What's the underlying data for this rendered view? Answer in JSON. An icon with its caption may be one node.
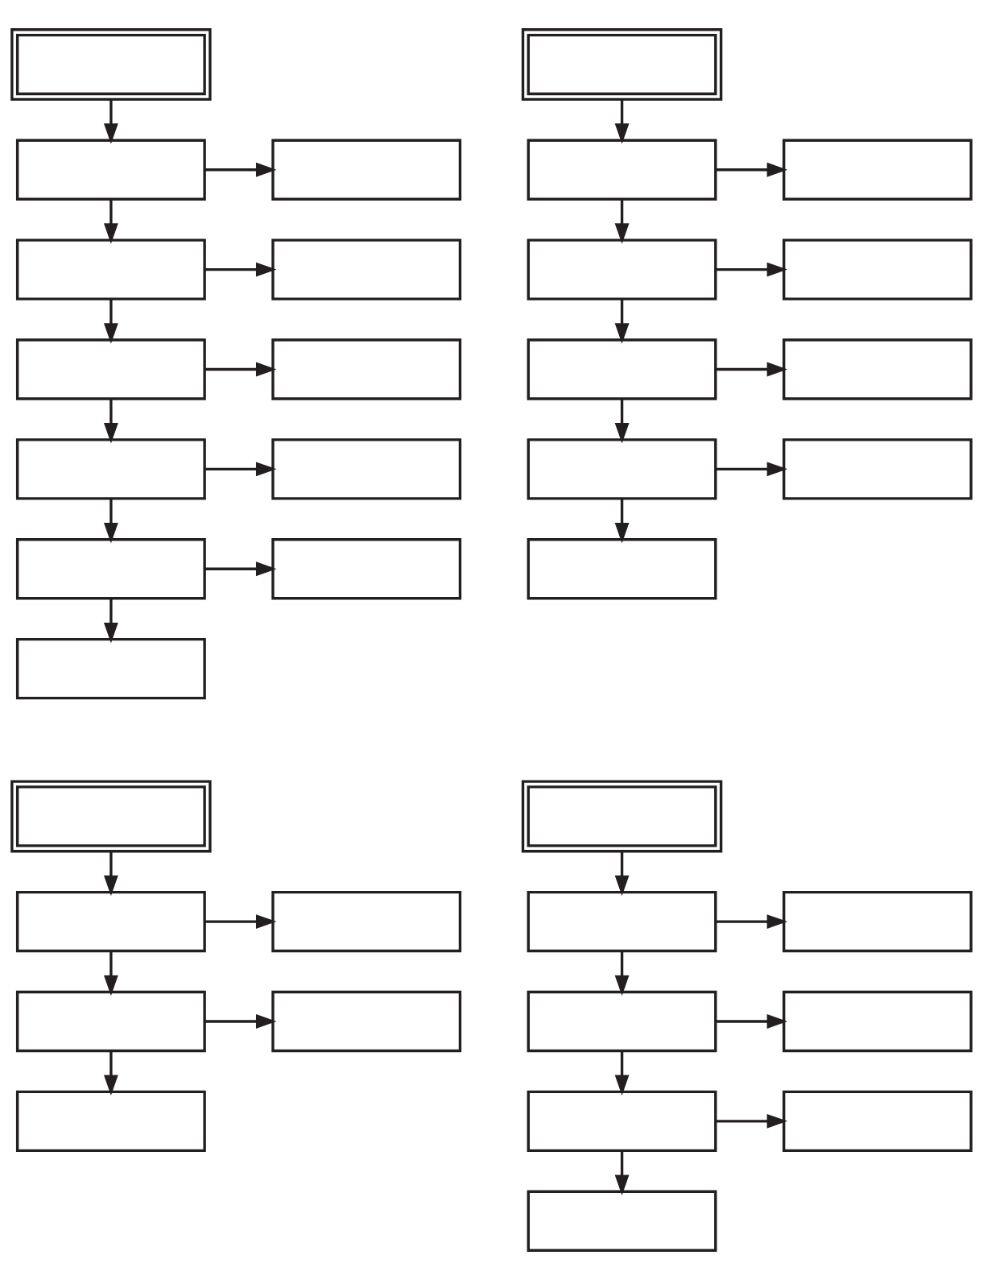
{
  "diagram": {
    "nodes": [
      {
        "text": [],
        "shape": "box"
      },
      {
        "text": [],
        "shape": "box"
      },
      {
        "text": [],
        "shape": "box"
      },
      {
        "text": [],
        "shape": "box"
      },
      {
        "text": [],
        "shape": "box"
      },
      {
        "text": [],
        "shape": "box"
      },
      {
        "text": [],
        "shape": "box"
      },
      {
        "text": [],
        "shape": "box"
      },
      {
        "text": [],
        "shape": "box"
      },
      {
        "text": [],
        "shape": "box"
      },
      {
        "text": [],
        "shape": "box"
      },
      {
        "text": [],
        "shape": "box"
      },
      {
        "text": [],
        "shape": "box"
      },
      {
        "text": [],
        "shape": "box"
      },
      {
        "text": [],
        "shape": "box"
      },
      {
        "text": [],
        "shape": "box"
      },
      {
        "text": [],
        "shape": "box"
      },
      {
        "text": [],
        "shape": "box"
      },
      {
        "text": [],
        "shape": "box"
      },
      {
        "text": [],
        "shape": "box"
      },
      {
        "text": [],
        "shape": "box"
      },
      {
        "text": [],
        "shape": "box"
      },
      {
        "text": [],
        "shape": "box"
      },
      {
        "text": [],
        "shape": "box"
      },
      {
        "text": [],
        "shape": "box"
      },
      {
        "text": [],
        "shape": "box"
      },
      {
        "text": [],
        "shape": "box"
      },
      {
        "text": [],
        "shape": "box"
      },
      {
        "text": [],
        "shape": "box"
      },
      {
        "text": [],
        "shape": "box"
      },
      {
        "text": [],
        "shape": "box"
      },
      {
        "text": [],
        "shape": "box"
      },
      {
        "text": [],
        "shape": "box"
      },
      {
        "text": [],
        "shape": "box"
      },
      {
        "text": [],
        "shape": "box"
      },
      {
        "text": [],
        "shape": "box"
      }
    ],
    "edges": [
      {
        "from": 0,
        "to": 1,
        "arrow": "to"
      },
      {
        "from": 1,
        "to": 2,
        "arrow": "to"
      },
      {
        "from": 1,
        "to": 3,
        "arrow": "to"
      },
      {
        "from": 3,
        "to": 4,
        "arrow": "to"
      },
      {
        "from": 3,
        "to": 5,
        "arrow": "to"
      },
      {
        "from": 5,
        "to": 6,
        "arrow": "to"
      },
      {
        "from": 5,
        "to": 7,
        "arrow": "to"
      },
      {
        "from": 7,
        "to": 8,
        "arrow": "to"
      },
      {
        "from": 7,
        "to": 9,
        "arrow": "to"
      },
      {
        "from": 9,
        "to": 10,
        "arrow": "to"
      },
      {
        "from": 9,
        "to": 11,
        "arrow": "to"
      },
      {
        "from": 12,
        "to": 13,
        "arrow": "to"
      },
      {
        "from": 13,
        "to": 14,
        "arrow": "to"
      },
      {
        "from": 13,
        "to": 15,
        "arrow": "to"
      },
      {
        "from": 15,
        "to": 16,
        "arrow": "to"
      },
      {
        "from": 15,
        "to": 17,
        "arrow": "to"
      },
      {
        "from": 17,
        "to": 18,
        "arrow": "to"
      },
      {
        "from": 17,
        "to": 19,
        "arrow": "to"
      },
      {
        "from": 19,
        "to": 20,
        "arrow": "to"
      },
      {
        "from": 19,
        "to": 21,
        "arrow": "to"
      },
      {
        "from": 22,
        "to": 23,
        "arrow": "to"
      },
      {
        "from": 23,
        "to": 24,
        "arrow": "to"
      },
      {
        "from": 23,
        "to": 25,
        "arrow": "to"
      },
      {
        "from": 25,
        "to": 26,
        "arrow": "to"
      },
      {
        "from": 25,
        "to": 27,
        "arrow": "to"
      },
      {
        "from": 28,
        "to": 29,
        "arrow": "to"
      },
      {
        "from": 29,
        "to": 30,
        "arrow": "to"
      },
      {
        "from": 29,
        "to": 31,
        "arrow": "to"
      },
      {
        "from": 31,
        "to": 32,
        "arrow": "to"
      },
      {
        "from": 31,
        "to": 33,
        "arrow": "to"
      },
      {
        "from": 33,
        "to": 34,
        "arrow": "to"
      },
      {
        "from": 33,
        "to": 35,
        "arrow": "to"
      }
    ]
  }
}
